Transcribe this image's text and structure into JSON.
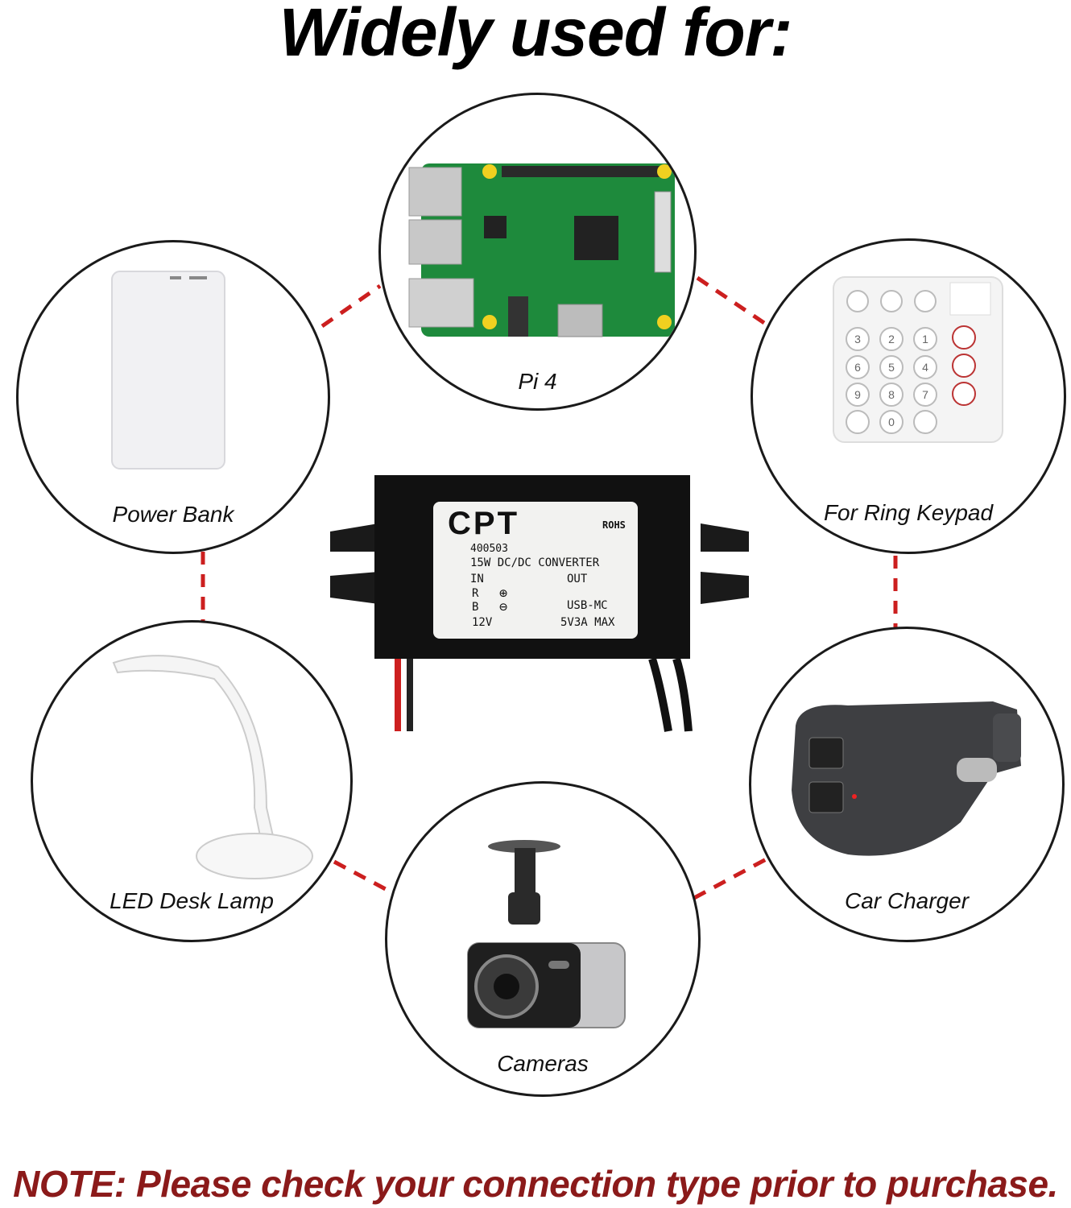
{
  "heading": "Widely used for:",
  "note": "NOTE: Please check your connection type prior to purchase.",
  "colors": {
    "accent": "#8b1a1a",
    "dashed_link": "#cc1f1f"
  },
  "items": {
    "pi": {
      "label": "Pi 4",
      "icon": "circuit-board-icon"
    },
    "power_bank": {
      "label": "Power Bank",
      "icon": "power-bank-icon"
    },
    "ring_keypad": {
      "label": "For Ring Keypad",
      "icon": "keypad-icon",
      "keys": [
        "1",
        "2",
        "3",
        "4",
        "5",
        "6",
        "7",
        "8",
        "9",
        "0"
      ]
    },
    "desk_lamp": {
      "label": "LED Desk Lamp",
      "icon": "desk-lamp-icon"
    },
    "car_charger": {
      "label": "Car Charger",
      "icon": "car-charger-icon"
    },
    "cameras": {
      "label": "Cameras",
      "icon": "dash-camera-icon"
    }
  },
  "converter": {
    "brand": "CPT",
    "rohs": "ROHS",
    "model": "400503",
    "description": "15W DC/DC CONVERTER",
    "in_label": "IN",
    "out_label": "OUT",
    "red_wire": "R",
    "black_wire": "B",
    "plus_symbol": "⊕",
    "minus_symbol": "⊖",
    "connector": "USB-MC",
    "input_voltage": "12V",
    "output_rating": "5V3A MAX"
  }
}
